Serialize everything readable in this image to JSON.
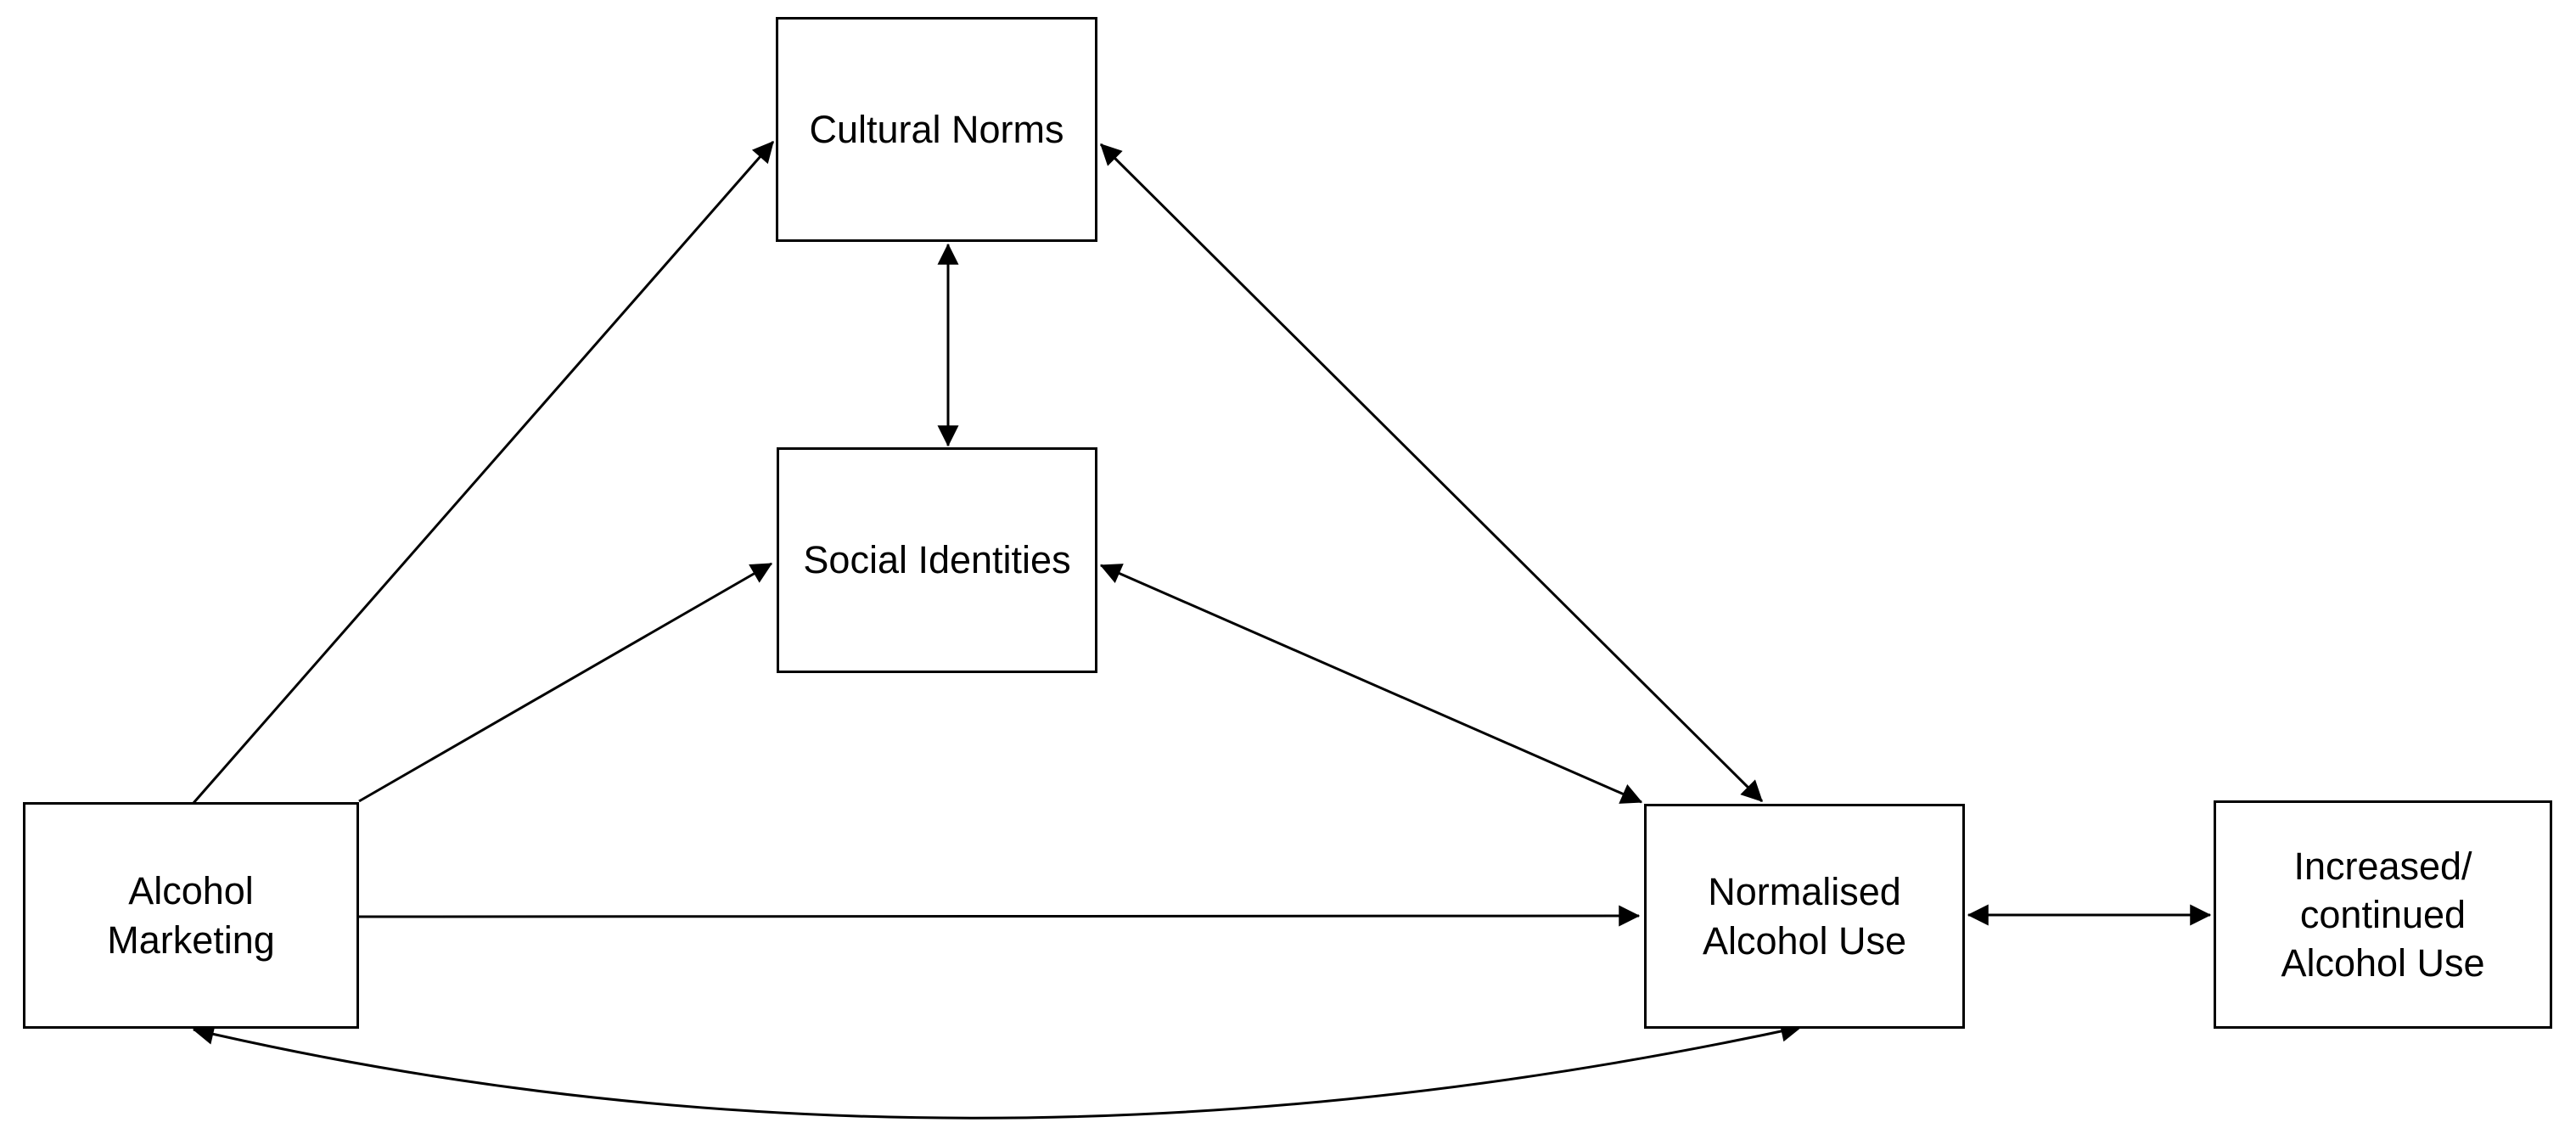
{
  "diagram": {
    "nodes": [
      {
        "id": "cultural-norms",
        "label": "Cultural Norms"
      },
      {
        "id": "social-identities",
        "label": "Social Identities"
      },
      {
        "id": "alcohol-marketing",
        "label": "Alcohol\nMarketing"
      },
      {
        "id": "normalised-alcohol-use",
        "label": "Normalised\nAlcohol Use"
      },
      {
        "id": "increased-continued-alcohol-use",
        "label": "Increased/\ncontinued\nAlcohol Use"
      }
    ],
    "edges": [
      {
        "from": "alcohol-marketing",
        "to": "cultural-norms",
        "bidirectional": false,
        "style": "straight"
      },
      {
        "from": "alcohol-marketing",
        "to": "social-identities",
        "bidirectional": false,
        "style": "straight"
      },
      {
        "from": "alcohol-marketing",
        "to": "normalised-alcohol-use",
        "bidirectional": false,
        "style": "straight"
      },
      {
        "from": "cultural-norms",
        "to": "social-identities",
        "bidirectional": true,
        "style": "straight"
      },
      {
        "from": "cultural-norms",
        "to": "normalised-alcohol-use",
        "bidirectional": true,
        "style": "straight"
      },
      {
        "from": "social-identities",
        "to": "normalised-alcohol-use",
        "bidirectional": true,
        "style": "straight"
      },
      {
        "from": "normalised-alcohol-use",
        "to": "increased-continued-alcohol-use",
        "bidirectional": true,
        "style": "straight"
      },
      {
        "from": "alcohol-marketing",
        "to": "normalised-alcohol-use",
        "bidirectional": true,
        "style": "curved-bottom-arc"
      }
    ],
    "colors": {
      "background": "#ffffff",
      "box_fill": "#ffffff",
      "box_border": "#000000",
      "line": "#000000",
      "text": "#000000"
    }
  }
}
